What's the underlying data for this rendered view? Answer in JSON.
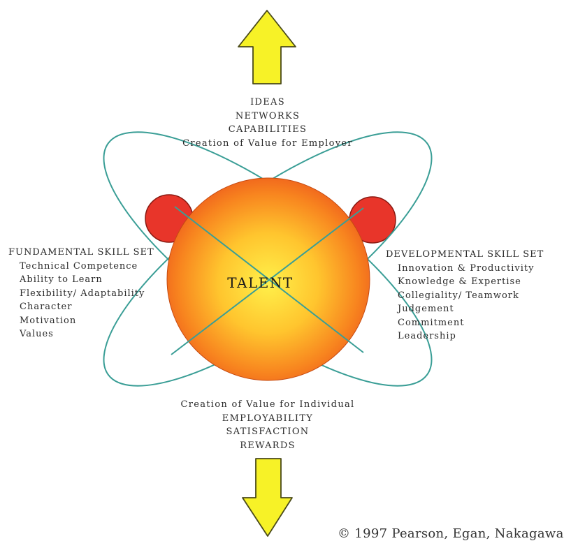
{
  "colors": {
    "arrow_fill": "#f7f227",
    "arrow_stroke": "#4a4a1a",
    "orbit": "#3a9e96",
    "electron_fill": "#e8352a",
    "electron_stroke": "#8a1a12",
    "talent_center": "#ffe43a",
    "talent_edge": "#f0661f"
  },
  "top": {
    "lines": [
      "IDEAS",
      "NETWORKS",
      "CAPABILITIES",
      "Creation of Value for Employer"
    ]
  },
  "bottom": {
    "lines": [
      "Creation of Value for Individual",
      "EMPLOYABILITY",
      "SATISFACTION",
      "REWARDS"
    ]
  },
  "center_label": "TALENT",
  "left": {
    "heading": "FUNDAMENTAL SKILL SET",
    "items": [
      "Technical Competence",
      "Ability to Learn",
      "Flexibility/ Adaptability",
      "Character",
      "Motivation",
      "Values"
    ]
  },
  "right": {
    "heading": "DEVELOPMENTAL SKILL SET",
    "items": [
      "Innovation & Productivity",
      "Knowledge & Expertise",
      "Collegiality/ Teamwork",
      "Judgement",
      "Commitment",
      "Leadership"
    ]
  },
  "copyright": "© 1997 Pearson, Egan, Nakagawa"
}
